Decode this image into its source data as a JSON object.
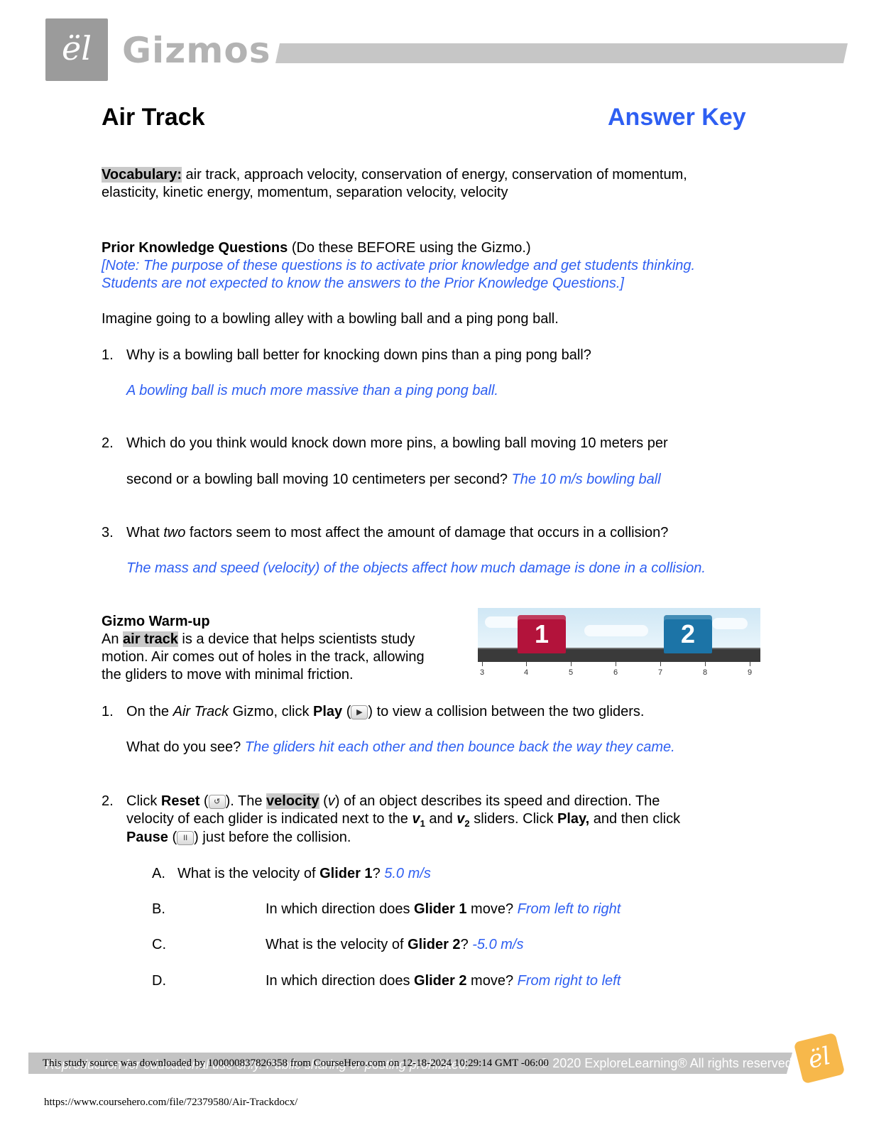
{
  "header": {
    "brand": "Gizmos",
    "logo_glyph": "ël"
  },
  "title": "Air Track",
  "answer_key": "Answer Key",
  "vocabulary": {
    "label": "Vocabulary:",
    "line1": " air track, approach velocity, conservation of energy, conservation of momentum,",
    "line2": "elasticity, kinetic energy, momentum, separation velocity, velocity"
  },
  "prior": {
    "heading": "Prior Knowledge Questions",
    "heading_note": " (Do these BEFORE using the Gizmo.)",
    "note1": "[Note: The purpose of these questions is to activate prior knowledge and get students thinking.",
    "note2": "Students are not expected to know the answers to the Prior Knowledge Questions.]",
    "intro": "Imagine going to a bowling alley with a bowling ball and a ping pong ball.",
    "q1": {
      "num": "1.",
      "text": "Why is a bowling ball better for knocking down pins than a ping pong ball?",
      "answer": "A bowling ball is much more massive than a ping pong ball."
    },
    "q2": {
      "num": "2.",
      "line1": "Which do you think would knock down more pins, a bowling ball moving 10 meters per",
      "line2": "second or a bowling ball moving 10 centimeters per second? ",
      "answer": "The 10 m/s bowling ball"
    },
    "q3": {
      "num": "3.",
      "pre": "What ",
      "ital": "two",
      "post": " factors seem to most affect the amount of damage that occurs in a collision?",
      "answer": "The mass and speed (velocity) of the objects affect how much damage is done in a collision."
    }
  },
  "warmup": {
    "heading": "Gizmo Warm-up",
    "l1_pre": "An ",
    "l1_hl": "air track",
    "l1_post": " is a device that helps scientists study",
    "l2": "motion. Air comes out of holes in the track, allowing",
    "l3": "the gliders to move with minimal friction.",
    "gizmo": {
      "glider1": "1",
      "glider2": "2",
      "ticks": [
        "3",
        "4",
        "5",
        "6",
        "7",
        "8",
        "9"
      ]
    },
    "q1": {
      "num": "1.",
      "pre": "On the ",
      "ital": "Air Track",
      "mid": " Gizmo, click ",
      "play": "Play",
      "open": " (",
      "play_icon": "▶",
      "post": ") to view a collision between the two gliders.",
      "ask": "What do you see? ",
      "answer": "The gliders hit each other and then bounce back the way they came."
    },
    "q2": {
      "num": "2.",
      "click": "Click ",
      "reset": "Reset",
      "open": " (",
      "reset_icon": "↺",
      "mid1": "). The ",
      "velocity": "velocity",
      "mid2": " (",
      "v": "v",
      "mid3": ") of an object describes its speed and direction. The",
      "l2_pre": "velocity of each glider is indicated next to the ",
      "v1": "v",
      "v1_sub": "1",
      "and": " and ",
      "v2": "v",
      "v2_sub": "2",
      "l2_post": " sliders. Click ",
      "play": "Play,",
      "l2_end": " and then click",
      "pause": "Pause",
      "open2": " (",
      "pause_icon": "II",
      "l3_post": ") just before the collision.",
      "sub": [
        {
          "letter": "A.",
          "pre": "What is the velocity of ",
          "bold": "Glider 1",
          "post": "? ",
          "answer": "5.0 m/s"
        },
        {
          "letter": "B.",
          "pre": "In which direction does ",
          "bold": "Glider 1",
          "post": " move? ",
          "answer": "From left to right"
        },
        {
          "letter": "C.",
          "pre": "What is the velocity of ",
          "bold": "Glider 2",
          "post": "? ",
          "answer": "-5.0 m/s"
        },
        {
          "letter": "D.",
          "pre": "In which direction does ",
          "bold": "Glider 2",
          "post": " move? ",
          "answer": "From right to left"
        }
      ]
    }
  },
  "footer": {
    "left": "Reproduction for educational use only. Public sharing or posting prohibited.",
    "right": "© 2020 ExploreLearning® All rights reserved",
    "source": "This study source was downloaded by 100000837826358 from CourseHero.com on 12-18-2024 10:29:14 GMT -06:00",
    "url": "https://www.coursehero.com/file/72379580/Air-Trackdocx/"
  }
}
